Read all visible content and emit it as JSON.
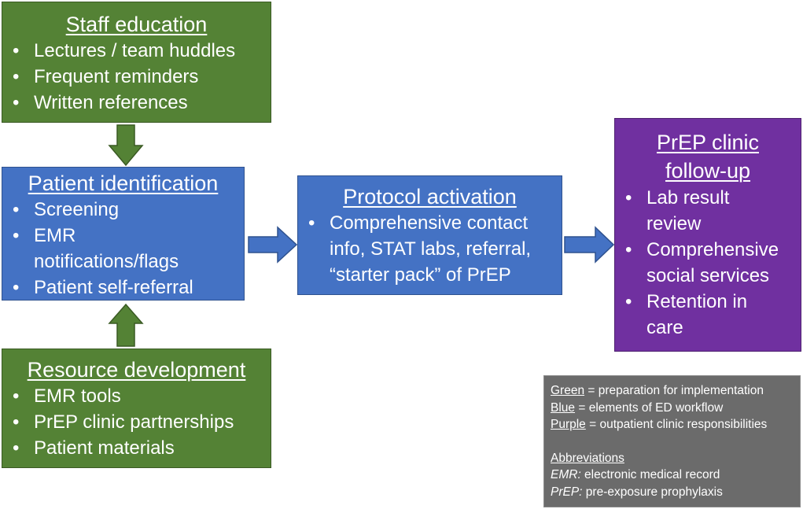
{
  "boxes": {
    "staff_education": {
      "title": "Staff education",
      "items": [
        "Lectures / team huddles",
        "Frequent reminders",
        "Written references"
      ]
    },
    "patient_identification": {
      "title": "Patient identification",
      "items": [
        "Screening",
        "EMR notifications/flags",
        "Patient self-referral"
      ]
    },
    "resource_development": {
      "title": "Resource development",
      "items": [
        "EMR tools",
        "PrEP clinic partnerships",
        "Patient materials"
      ]
    },
    "protocol_activation": {
      "title": "Protocol activation",
      "items": [
        "Comprehensive contact info, STAT labs, referral, “starter pack” of PrEP"
      ]
    },
    "prep_clinic": {
      "title": "PrEP clinic follow-up",
      "items": [
        "Lab result review",
        "Comprehensive social services",
        "Retention in care"
      ]
    }
  },
  "colors": {
    "green": "#548235",
    "blue": "#4472c4",
    "purple": "#7030a0",
    "legend_bg": "#6b6b6b"
  },
  "legend": {
    "color_key": [
      {
        "term": "Green",
        "desc": " = preparation for implementation"
      },
      {
        "term": "Blue",
        "desc": " = elements of ED workflow"
      },
      {
        "term": "Purple",
        "desc": " = outpatient clinic responsibilities"
      }
    ],
    "abbrev_heading": "Abbreviations",
    "abbreviations": [
      {
        "term": "EMR:",
        "desc": " electronic medical record"
      },
      {
        "term": "PrEP:",
        "desc": " pre-exposure prophylaxis"
      }
    ]
  }
}
